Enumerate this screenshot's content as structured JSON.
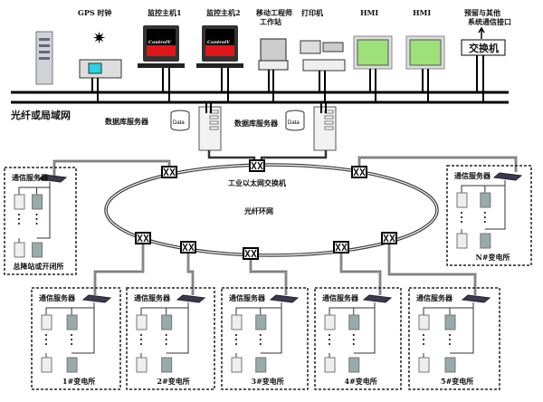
{
  "network_label": "光纤或局域网",
  "top_devices": [
    {
      "label": "",
      "kind": "server"
    },
    {
      "label": "GPS  时钟",
      "kind": "gps"
    },
    {
      "label": "监控主机1",
      "kind": "monitor",
      "screen_text": "ControlV"
    },
    {
      "label": "监控主机2",
      "kind": "monitor",
      "screen_text": "ControlV"
    },
    {
      "label": "移动工程师",
      "label2": "工作站",
      "kind": "laptop"
    },
    {
      "label": "打印机",
      "kind": "printer"
    },
    {
      "label": "HMI",
      "kind": "hmi"
    },
    {
      "label": "HMI",
      "kind": "hmi"
    },
    {
      "label": "预留与其他",
      "label2": "系统通信接口",
      "kind": "switch",
      "box_text": "交换机"
    }
  ],
  "db_servers": [
    {
      "label": "数据库服务器",
      "disk_text": "Data"
    },
    {
      "label": "数据库服务器",
      "disk_text": "Data"
    }
  ],
  "ring": {
    "switch_label": "工业以太网交换机",
    "ring_label": "光纤环网"
  },
  "stations": [
    {
      "name": "总降站或开闭所",
      "server_label": "通信服务器"
    },
    {
      "name": "N#变电所",
      "server_label": "通信服务器"
    },
    {
      "name": "1#变电所",
      "server_label": "通信服务器"
    },
    {
      "name": "2#变电所",
      "server_label": "通信服务器"
    },
    {
      "name": "3#变电所",
      "server_label": "通信服务器"
    },
    {
      "name": "4#变电所",
      "server_label": "通信服务器"
    },
    {
      "name": "5#变电所",
      "server_label": "通信服务器"
    }
  ]
}
